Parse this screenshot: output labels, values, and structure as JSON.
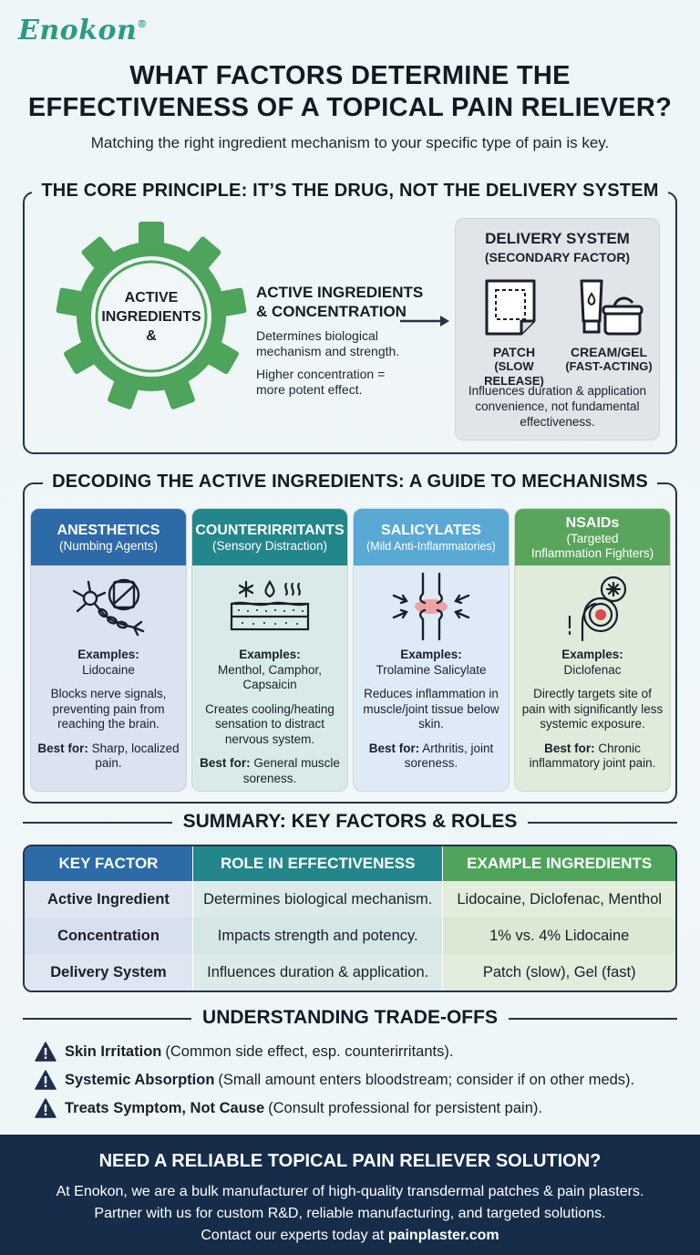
{
  "brand": {
    "name": "Enokon",
    "mark": "®",
    "color": "#2e9a86"
  },
  "header": {
    "title_line1": "WHAT FACTORS DETERMINE THE",
    "title_line2": "EFFECTIVENESS OF A TOPICAL PAIN RELIEVER?",
    "subtitle": "Matching the right ingredient mechanism to your specific type of pain is key."
  },
  "core": {
    "section_title": "THE CORE PRINCIPLE: IT’S THE DRUG, NOT THE DELIVERY SYSTEM",
    "gear_line1": "ACTIVE",
    "gear_line2": "INGREDIENTS",
    "gear_line3": "&",
    "gear_color": "#4ea45a",
    "ai_title_line1": "ACTIVE INGREDIENTS",
    "ai_title_line2": "& CONCENTRATION",
    "ai_desc1": "Determines biological mechanism and strength.",
    "ai_desc2": "Higher concentration = more potent effect.",
    "delivery": {
      "title": "DELIVERY SYSTEM",
      "subtitle": "(SECONDARY FACTOR)",
      "patch_label": "PATCH",
      "patch_sub": "(SLOW RELEASE)",
      "cream_label": "CREAM/GEL",
      "cream_sub": "(FAST-ACTING)",
      "desc": "Influences duration & application convenience, not fundamental effectiveness."
    }
  },
  "mechanisms": {
    "section_title": "DECODING THE ACTIVE INGREDIENTS: A GUIDE TO MECHANISMS",
    "examples_label": "Examples:",
    "best_label": "Best for:",
    "cards": [
      {
        "name": "ANESTHETICS",
        "tag": "(Numbing Agents)",
        "head_color": "#2d6aa8",
        "body_color": "#dbe3f1",
        "icon": "nerve-block-icon",
        "examples": "Lidocaine",
        "desc": "Blocks nerve signals, preventing pain from reaching the brain.",
        "best": "Sharp, localized pain."
      },
      {
        "name": "COUNTERIRRITANTS",
        "tag": "(Sensory Distraction)",
        "head_color": "#23868a",
        "body_color": "#d9ebe8",
        "icon": "skin-sensation-icon",
        "examples": "Menthol, Camphor, Capsaicin",
        "desc": "Creates cooling/heating sensation to distract nervous system.",
        "best": "General muscle soreness."
      },
      {
        "name": "SALICYLATES",
        "tag": "(Mild Anti-Inflammatories)",
        "head_color": "#5aa8d4",
        "body_color": "#deebf6",
        "icon": "joint-inflammation-icon",
        "examples": "Trolamine Salicylate",
        "desc": "Reduces inflammation in muscle/joint tissue below skin.",
        "best": "Arthritis, joint soreness."
      },
      {
        "name": "NSAIDs",
        "tag_line1": "(Targeted",
        "tag_line2": "Inflammation Fighters)",
        "head_color": "#5aa55c",
        "body_color": "#e0ecdb",
        "icon": "target-pain-icon",
        "examples": "Diclofenac",
        "desc": "Directly targets site of pain with significantly less systemic exposure.",
        "best": "Chronic inflammatory joint pain."
      }
    ]
  },
  "summary": {
    "section_title": "SUMMARY: KEY FACTORS & ROLES",
    "headers": [
      "KEY FACTOR",
      "ROLE IN EFFECTIVENESS",
      "EXAMPLE INGREDIENTS"
    ],
    "header_colors": [
      "#2d6aa8",
      "#23868a",
      "#4ea45a"
    ],
    "rows": [
      [
        "Active Ingredient",
        "Determines biological mechanism.",
        "Lidocaine, Diclofenac, Menthol"
      ],
      [
        "Concentration",
        "Impacts strength and potency.",
        "1% vs. 4% Lidocaine"
      ],
      [
        "Delivery System",
        "Influences duration & application.",
        "Patch (slow), Gel (fast)"
      ]
    ]
  },
  "tradeoffs": {
    "section_title": "UNDERSTANDING TRADE-OFFS",
    "items": [
      {
        "bold": "Skin Irritation",
        "text": "(Common side effect, esp. counterirritants)."
      },
      {
        "bold": "Systemic Absorption",
        "text": "(Small amount enters bloodstream; consider if on other meds)."
      },
      {
        "bold": "Treats Symptom, Not Cause",
        "text": "(Consult professional for persistent pain)."
      }
    ]
  },
  "footer": {
    "title": "NEED A RELIABLE TOPICAL PAIN RELIEVER SOLUTION?",
    "line1": "At Enokon, we are a bulk manufacturer of high-quality transdermal patches & pain plasters.",
    "line2": "Partner with us for custom R&D, reliable manufacturing, and targeted solutions.",
    "line3_prefix": "Contact our experts today at ",
    "line3_link": "painplaster.com",
    "bg_color": "#162c49"
  }
}
